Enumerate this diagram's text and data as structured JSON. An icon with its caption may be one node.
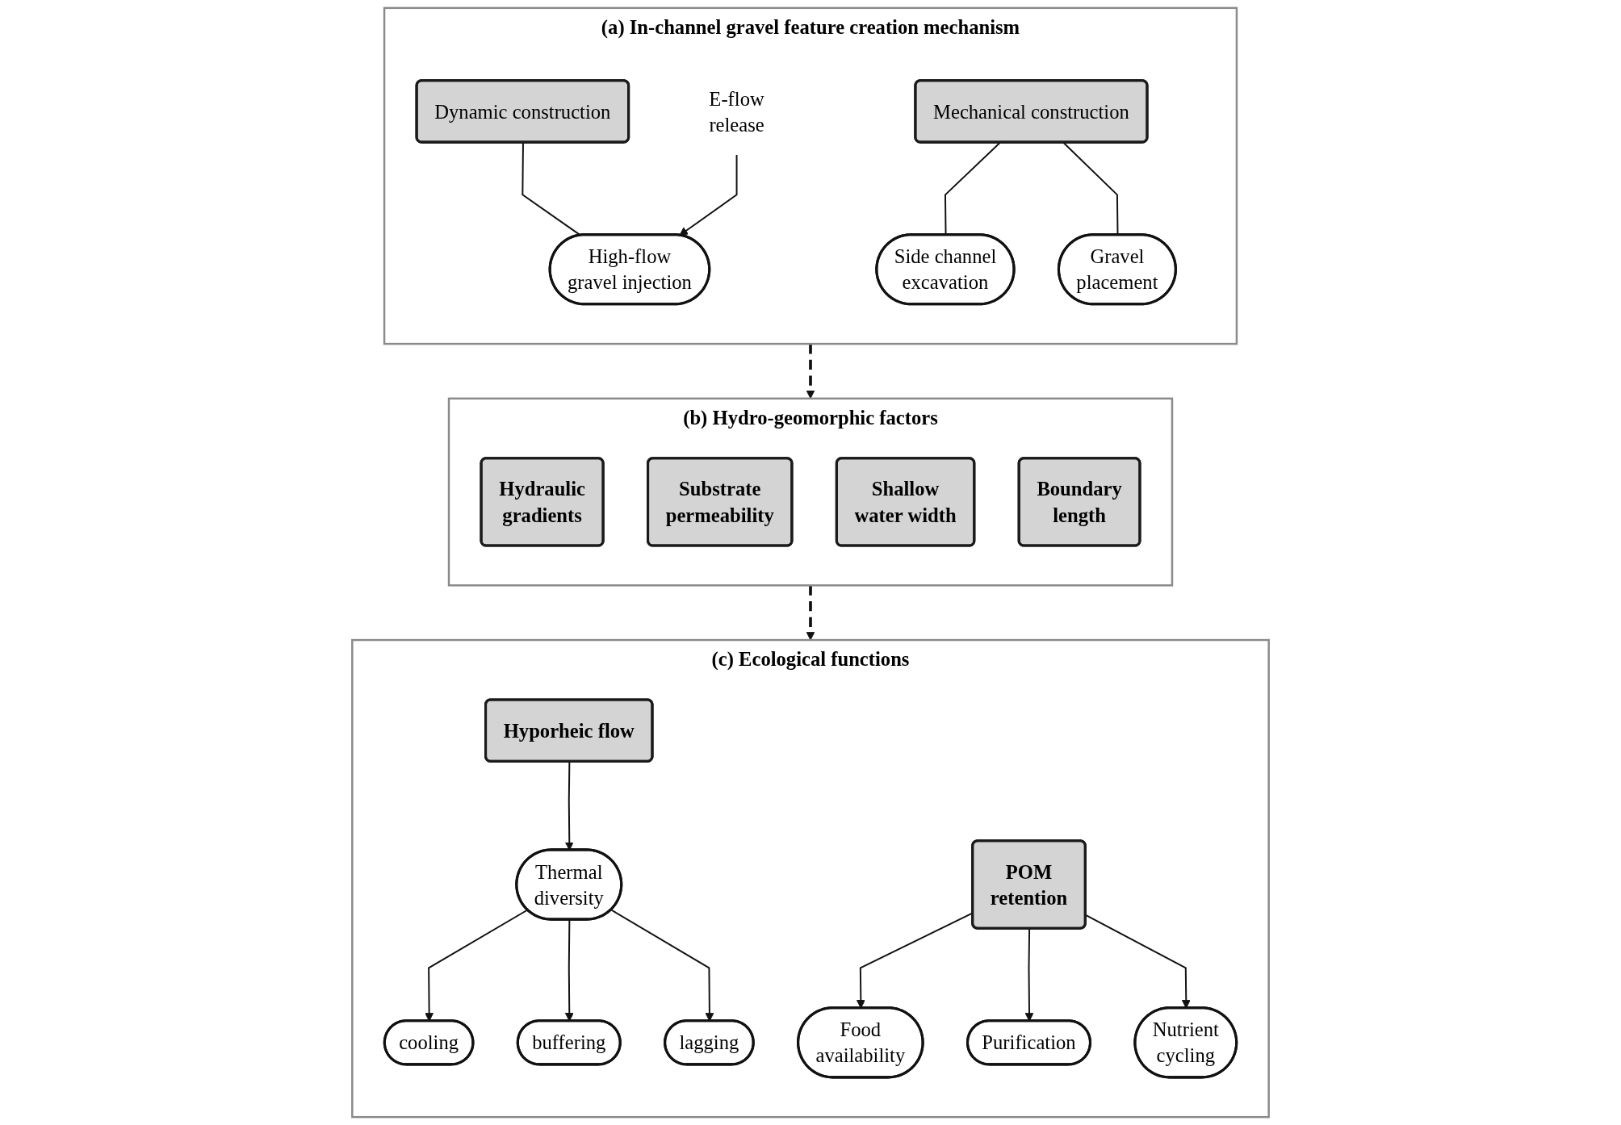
{
  "diagram": {
    "nodes": [
      {
        "text": [
          "(a) In-channel gravel feature creation mechanism"
        ]
      },
      {
        "text": [
          "Dynamic construction"
        ],
        "in": 0
      },
      {
        "text": [
          "Mechanical construction"
        ],
        "in": 0
      },
      {
        "text": [
          "E-flow release"
        ],
        "in": 0
      },
      {
        "text": [
          "High-flow gravel injection"
        ],
        "in": 0
      },
      {
        "text": [
          "Side channel excavation"
        ],
        "in": 0
      },
      {
        "text": [
          "Gravel placement"
        ],
        "in": 0
      },
      {
        "text": [
          "(b) Hydro-geomorphic factors"
        ]
      },
      {
        "text": [
          "Hydraulic gradients"
        ],
        "in": 7
      },
      {
        "text": [
          "Substrate permeability"
        ],
        "in": 7
      },
      {
        "text": [
          "Shallow water width"
        ],
        "in": 7
      },
      {
        "text": [
          "Boundary length"
        ],
        "in": 7
      },
      {
        "text": [
          "(c) Ecological functions"
        ]
      },
      {
        "text": [
          "Hyporheic flow"
        ],
        "in": 12
      },
      {
        "text": [
          "POM retention"
        ],
        "in": 12
      },
      {
        "text": [
          "Thermal diversity"
        ],
        "in": 12
      },
      {
        "text": [
          "Food availability"
        ],
        "in": 12
      },
      {
        "text": [
          "Nutrient cycling"
        ],
        "in": 12
      },
      {
        "text": [
          "Purification"
        ],
        "in": 12
      },
      {
        "text": [
          "cooling"
        ],
        "in": 12
      },
      {
        "text": [
          "buffering"
        ],
        "in": 12
      },
      {
        "text": [
          "lagging"
        ],
        "in": 12
      }
    ],
    "edges": [
      {
        "from": 1,
        "to": 4,
        "arrow": "none"
      },
      {
        "from": 3,
        "to": 4,
        "arrow": "to"
      },
      {
        "from": 2,
        "to": 5,
        "arrow": "none"
      },
      {
        "from": 2,
        "to": 6,
        "arrow": "none"
      },
      {
        "from": 0,
        "to": 7,
        "arrow": "to",
        "style": "dashed"
      },
      {
        "from": 7,
        "to": 12,
        "arrow": "to",
        "style": "dashed"
      },
      {
        "from": 13,
        "to": 15,
        "arrow": "to"
      },
      {
        "from": 15,
        "to": 19,
        "arrow": "to"
      },
      {
        "from": 15,
        "to": 20,
        "arrow": "to"
      },
      {
        "from": 15,
        "to": 21,
        "arrow": "to"
      },
      {
        "from": 14,
        "to": 16,
        "arrow": "to"
      },
      {
        "from": 14,
        "to": 18,
        "arrow": "to"
      },
      {
        "from": 14,
        "to": 17,
        "arrow": "to"
      }
    ]
  }
}
